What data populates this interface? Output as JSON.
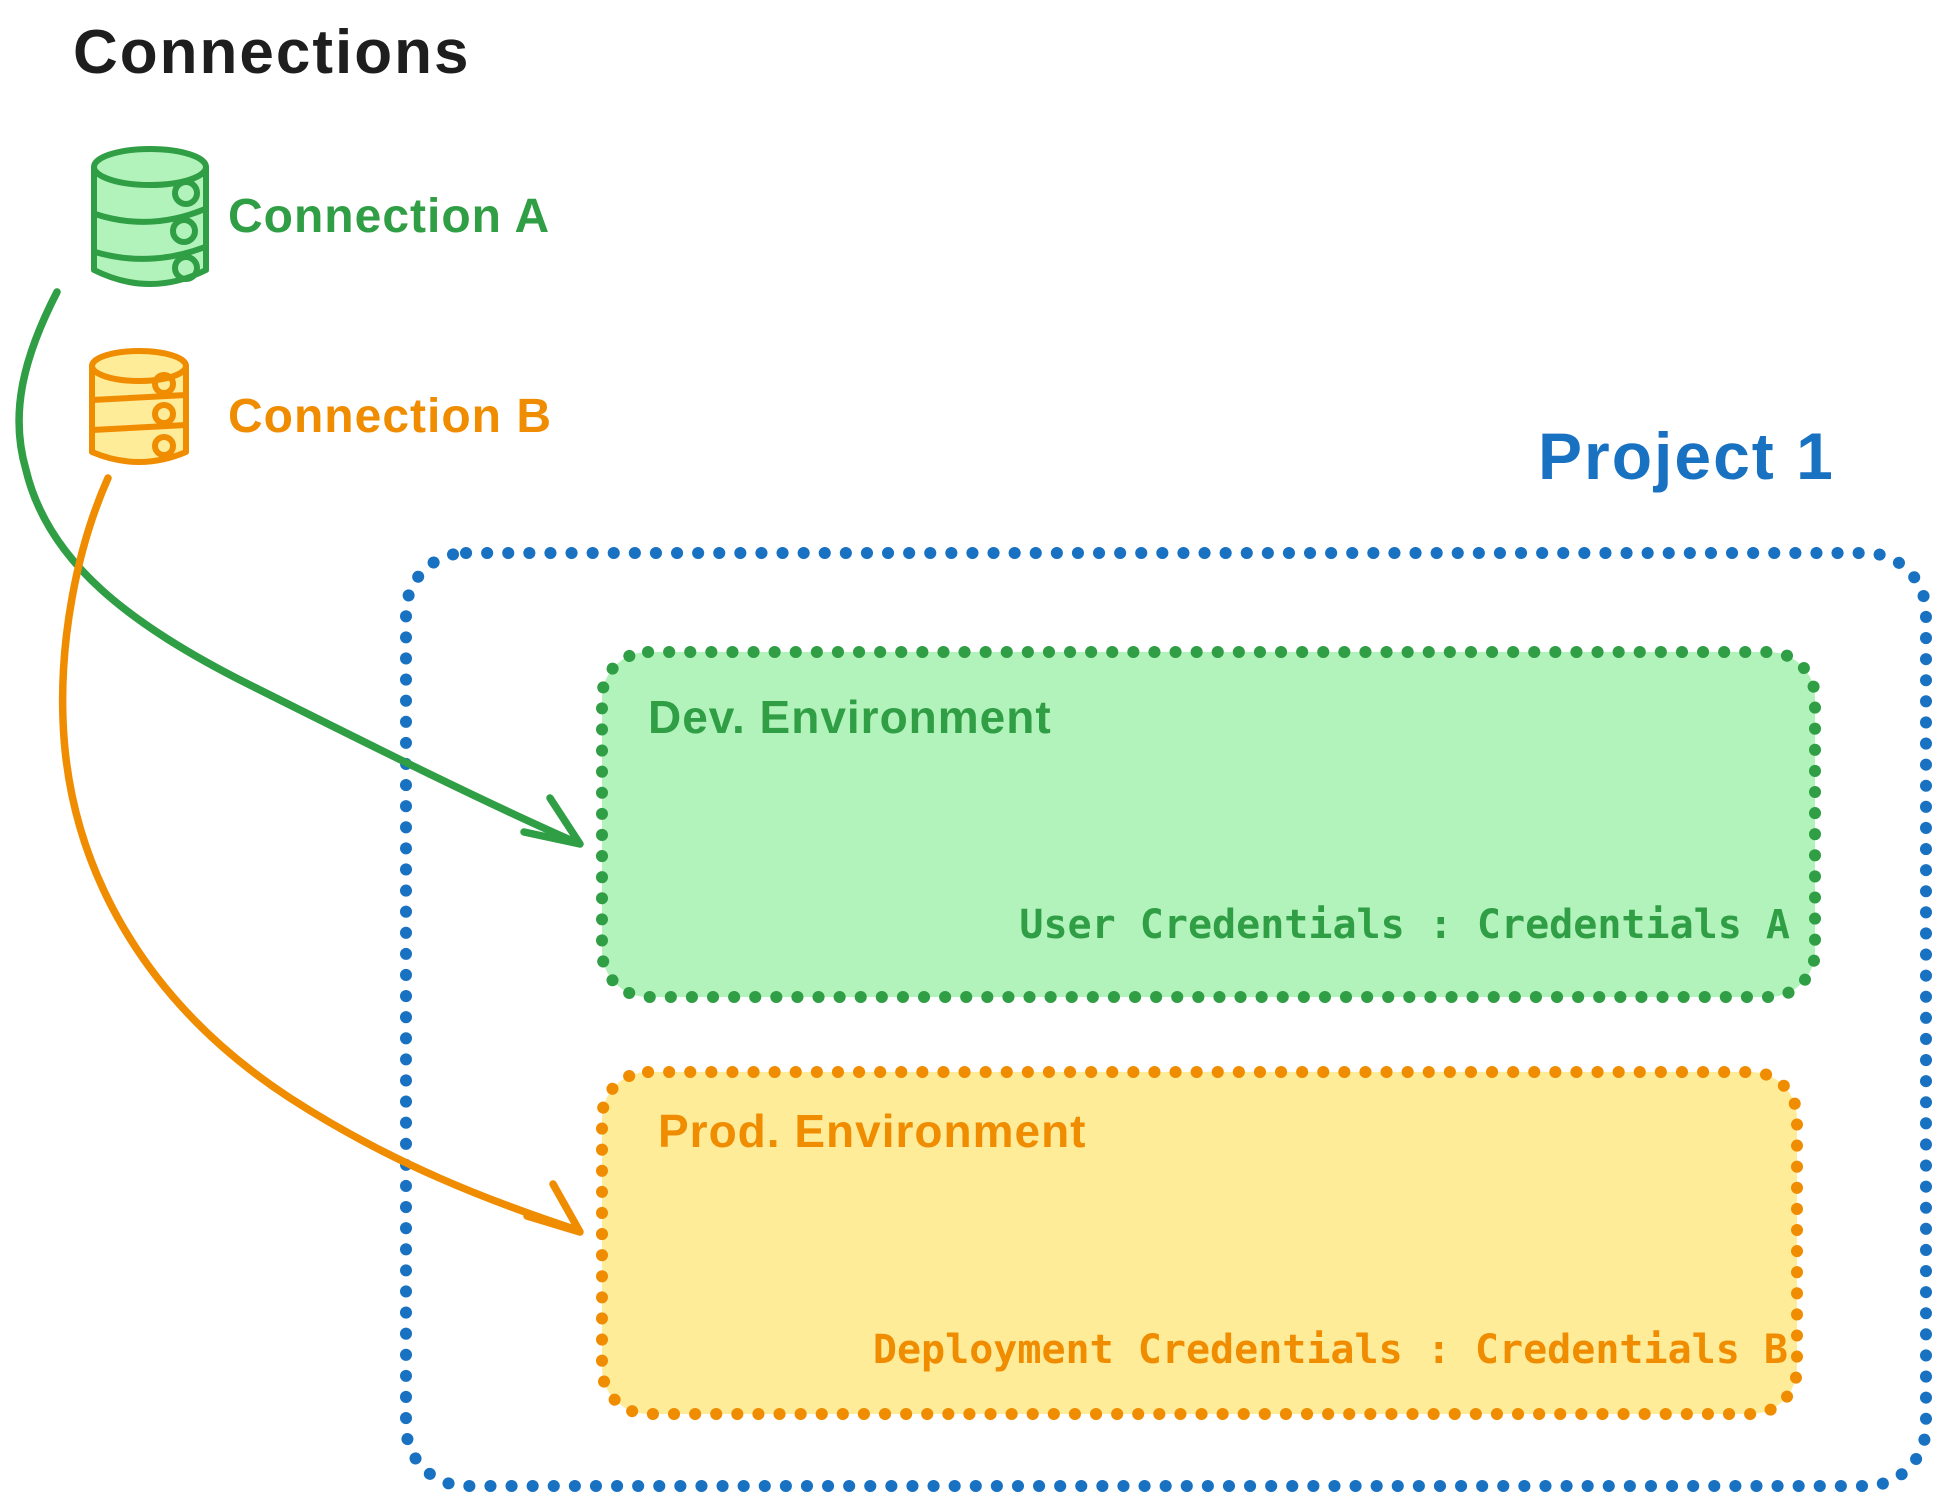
{
  "title": "Connections",
  "colors": {
    "green_stroke": "#2f9e44",
    "green_fill": "#b2f2bb",
    "orange_stroke": "#f08c00",
    "orange_fill": "#ffec99",
    "blue_stroke": "#1971c2",
    "ink": "#1e1e1e"
  },
  "connections": [
    {
      "label": "Connection A",
      "icon": "database-icon",
      "color": "#2f9e44"
    },
    {
      "label": "Connection B",
      "icon": "database-icon",
      "color": "#f08c00"
    }
  ],
  "project": {
    "label": "Project 1",
    "environments": [
      {
        "name": "Dev. Environment",
        "credentials": "User Credentials : Credentials A",
        "color": "#2f9e44"
      },
      {
        "name": "Prod. Environment",
        "credentials": "Deployment Credentials : Credentials B",
        "color": "#f08c00"
      }
    ]
  }
}
